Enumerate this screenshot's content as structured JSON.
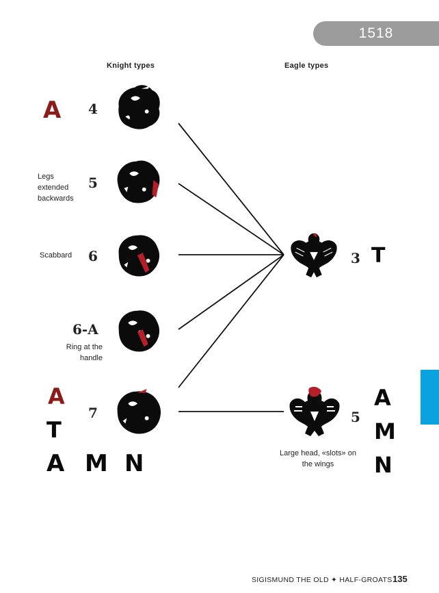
{
  "header": {
    "year": "1518"
  },
  "columns": {
    "knight_title": "Knight types",
    "eagle_title": "Eagle types"
  },
  "knights": [
    {
      "number": "4",
      "note": ""
    },
    {
      "number": "5",
      "note": "Legs extended backwards"
    },
    {
      "number": "6",
      "note": "Scabbard"
    },
    {
      "number": "6-A",
      "note": "Ring at the handle"
    },
    {
      "number": "7",
      "note": ""
    }
  ],
  "eagles": [
    {
      "number": "3",
      "note": ""
    },
    {
      "number": "5",
      "note": "Large head, «slots» on the wings"
    }
  ],
  "letter_marks": {
    "knight4_mark": "A",
    "knight7_mark_red": "A",
    "knight7_mark_black": "T",
    "knight7_letters": [
      "A",
      "M",
      "N"
    ],
    "eagle3_mark": "T",
    "eagle5_letters": [
      "A",
      "M",
      "N"
    ]
  },
  "colors": {
    "accent_tab": "#0aa3e0",
    "year_tab": "#9b9b9b",
    "red_mark": "#8b1c1c"
  },
  "footer": {
    "title": "SIGISMUND THE OLD ✦ HALF-GROATS",
    "page": "135"
  }
}
